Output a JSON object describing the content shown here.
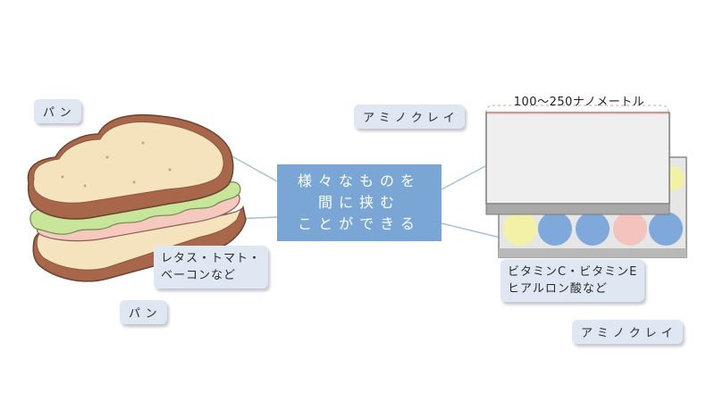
{
  "diagram": {
    "center_box": {
      "lines": [
        "様々なものを",
        "間に挟む",
        "ことができる"
      ]
    },
    "sandwich": {
      "bread_top_label": "パン",
      "bread_bottom_label": "パン",
      "filling_label_lines": [
        "レタス・トマト・",
        "ベーコンなど"
      ]
    },
    "clay": {
      "top_layer_label": "アミノクレイ",
      "bottom_layer_label": "アミノクレイ",
      "spacing_label": "100〜250ナノメートル",
      "ingredient_label_lines": [
        "ビタミンC・ビタミンE",
        "ヒアルロン酸など"
      ]
    },
    "colors": {
      "center_box": "#7aa6d6",
      "callout": "#dfe8f2",
      "connector": "#9ec3d8",
      "bracket": "#f2b8b0",
      "dot_yellow": "#f3f1a8",
      "dot_blue": "#7fa9da",
      "dot_pink": "#f2c4bd",
      "bread": "#f5e3bd",
      "crust": "#a8664a",
      "lettuce": "#c7e69a",
      "ham": "#f6c9bf"
    }
  }
}
